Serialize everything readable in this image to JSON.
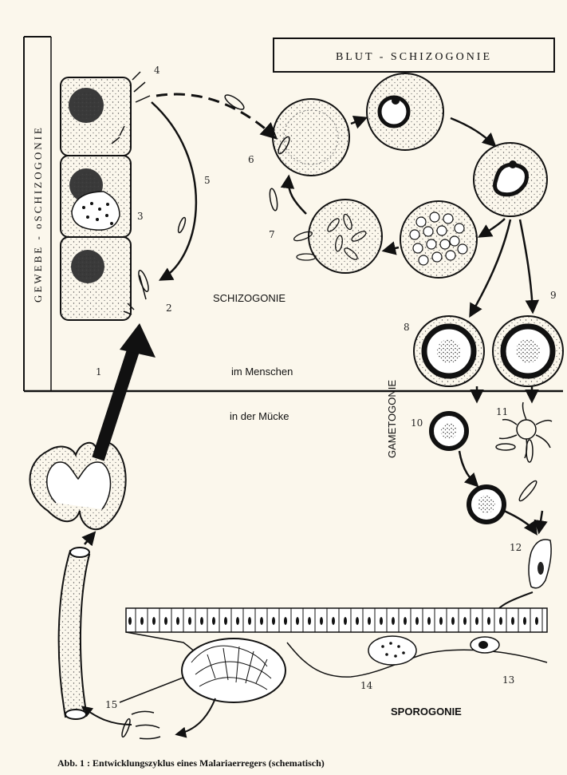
{
  "title_blood": "BLUT - SCHIZOGONIE",
  "title_tissue": "GEWEBE - oSCHIZOGONIE",
  "label_schizogonie": "SCHIZOGONIE",
  "label_gametogonie": "GAMETOGONIE",
  "label_sporogonie": "SPOROGONIE",
  "label_human": "im Menschen",
  "label_mosquito": "in der Mücke",
  "stage_numbers": [
    "1",
    "2",
    "3",
    "4",
    "5",
    "6",
    "7",
    "8",
    "9",
    "10",
    "11",
    "12",
    "13",
    "14",
    "15"
  ],
  "caption": "Abb. 1 : Entwicklungszyklus eines Malariaerregers (schematisch)",
  "colors": {
    "paper": "#fbf7ec",
    "ink": "#1b1b1b"
  }
}
